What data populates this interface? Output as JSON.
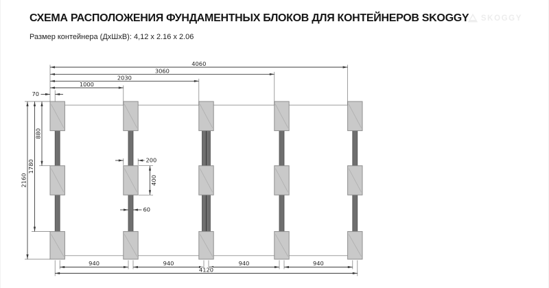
{
  "header": {
    "title": "СХЕМА РАСПОЛОЖЕНИЯ ФУНДАМЕНТНЫХ БЛОКОВ ДЛЯ КОНТЕЙНЕРОВ SKOGGY",
    "subtitle": "Размер контейнера (ДхШхВ): 4,12 x 2.16 x 2.06",
    "logo": "SKOGGY"
  },
  "colors": {
    "title_text": "#161616",
    "block_fill": "#c9c9c9",
    "block_border": "#8e8e8e",
    "bar_fill": "#6f6f6f",
    "bar_border": "#4f4f4f",
    "dim_line": "#3c3c3c",
    "ext_line": "#757575",
    "container_line": "#9d9d9d",
    "logo_gray": "#ededed",
    "label": "#1f1f1f"
  },
  "diagram": {
    "columns": 5,
    "blocks_per_column": 3,
    "top_dims": [
      "4060",
      "3060",
      "2030",
      "1000"
    ],
    "edge_offset_dim": "70",
    "left_dims": [
      "2160",
      "1780",
      "880"
    ],
    "bottom_span_dims": [
      "940",
      "940",
      "940",
      "940"
    ],
    "bottom_total_dim": "4120",
    "block_width_dim": "200",
    "block_height_dim": "400",
    "bar_width_dim": "60"
  }
}
